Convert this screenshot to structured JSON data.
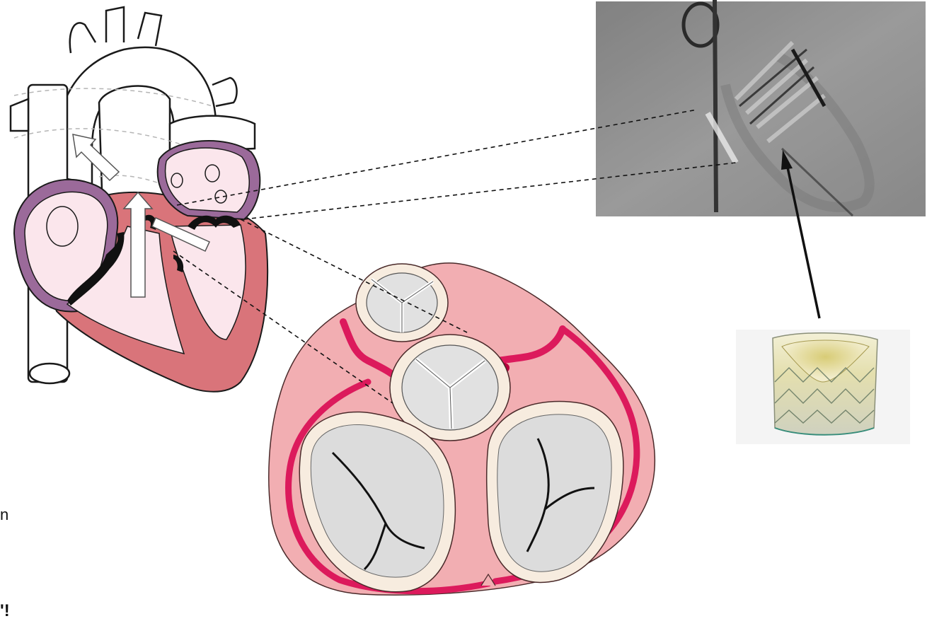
{
  "figure": {
    "panels": [
      "heart-cross-section",
      "heart-valves-top-view",
      "fluoroscopy-image",
      "prosthetic-valve-photo"
    ]
  },
  "text_fragments": {
    "fragment_1": "n",
    "fragment_2": "'!"
  },
  "colors": {
    "myocardium": "#d9747a",
    "chamber_fill": "#fbe6ec",
    "atrium_outline": "#9b6a9a",
    "annulus": "#f2aeb2",
    "ring": "#f7ecdf",
    "artery": "#dc1a5c",
    "leaflet": "#e1e1e1",
    "fluoro_gray": "#8e8e8e",
    "stent_cream": "#d9d29c"
  }
}
